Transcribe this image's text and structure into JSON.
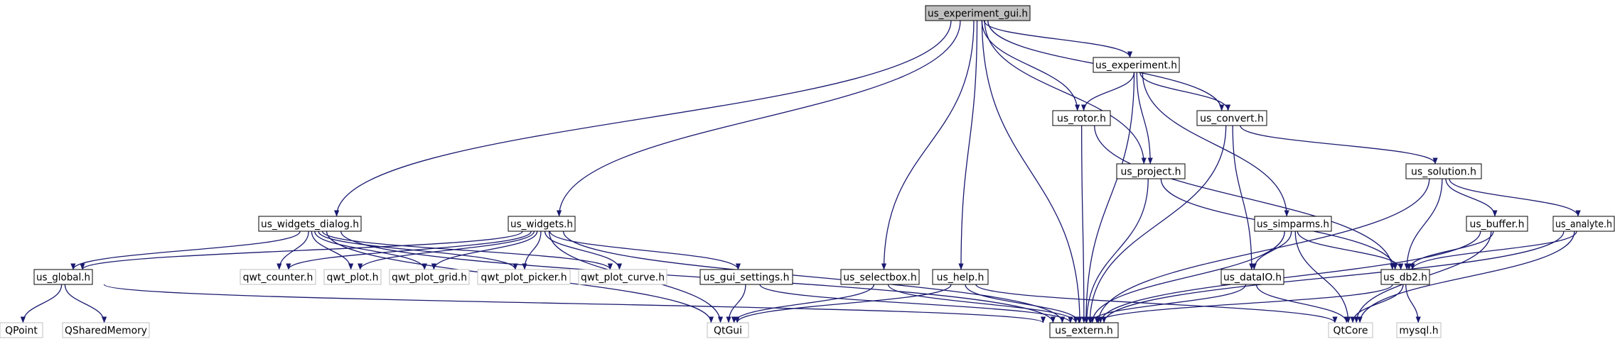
{
  "graph": {
    "title": "",
    "colors": {
      "edge": "#191970",
      "root_fill": "#bfbfbf",
      "internal_border": "#000000",
      "external_border": "#bfbfbf",
      "background": "#ffffff"
    },
    "nodes": [
      {
        "id": "us_experiment_gui",
        "label": "us_experiment_gui.h",
        "kind": "root"
      },
      {
        "id": "us_experiment",
        "label": "us_experiment.h",
        "kind": "internal"
      },
      {
        "id": "us_rotor",
        "label": "us_rotor.h",
        "kind": "internal"
      },
      {
        "id": "us_convert",
        "label": "us_convert.h",
        "kind": "internal"
      },
      {
        "id": "us_project",
        "label": "us_project.h",
        "kind": "internal"
      },
      {
        "id": "us_solution",
        "label": "us_solution.h",
        "kind": "internal"
      },
      {
        "id": "us_widgets_dialog",
        "label": "us_widgets_dialog.h",
        "kind": "internal"
      },
      {
        "id": "us_widgets",
        "label": "us_widgets.h",
        "kind": "internal"
      },
      {
        "id": "us_simparms",
        "label": "us_simparms.h",
        "kind": "internal"
      },
      {
        "id": "us_buffer",
        "label": "us_buffer.h",
        "kind": "internal"
      },
      {
        "id": "us_analyte",
        "label": "us_analyte.h",
        "kind": "internal"
      },
      {
        "id": "us_global",
        "label": "us_global.h",
        "kind": "internal"
      },
      {
        "id": "qwt_counter",
        "label": "qwt_counter.h",
        "kind": "external"
      },
      {
        "id": "qwt_plot",
        "label": "qwt_plot.h",
        "kind": "external"
      },
      {
        "id": "qwt_plot_grid",
        "label": "qwt_plot_grid.h",
        "kind": "external"
      },
      {
        "id": "qwt_plot_picker",
        "label": "qwt_plot_picker.h",
        "kind": "external"
      },
      {
        "id": "qwt_plot_curve",
        "label": "qwt_plot_curve.h",
        "kind": "external"
      },
      {
        "id": "us_gui_settings",
        "label": "us_gui_settings.h",
        "kind": "internal"
      },
      {
        "id": "us_selectbox",
        "label": "us_selectbox.h",
        "kind": "internal"
      },
      {
        "id": "us_help",
        "label": "us_help.h",
        "kind": "internal"
      },
      {
        "id": "us_dataIO",
        "label": "us_dataIO.h",
        "kind": "internal"
      },
      {
        "id": "us_db2",
        "label": "us_db2.h",
        "kind": "internal"
      },
      {
        "id": "QPoint",
        "label": "QPoint",
        "kind": "external"
      },
      {
        "id": "QSharedMemory",
        "label": "QSharedMemory",
        "kind": "external"
      },
      {
        "id": "QtGui",
        "label": "QtGui",
        "kind": "external"
      },
      {
        "id": "us_extern",
        "label": "us_extern.h",
        "kind": "internal"
      },
      {
        "id": "QtCore",
        "label": "QtCore",
        "kind": "external"
      },
      {
        "id": "mysql",
        "label": "mysql.h",
        "kind": "external"
      }
    ],
    "edges": [
      [
        "us_experiment_gui",
        "us_experiment"
      ],
      [
        "us_experiment_gui",
        "us_rotor"
      ],
      [
        "us_experiment_gui",
        "us_convert"
      ],
      [
        "us_experiment_gui",
        "us_project"
      ],
      [
        "us_experiment_gui",
        "us_widgets_dialog"
      ],
      [
        "us_experiment_gui",
        "us_widgets"
      ],
      [
        "us_experiment_gui",
        "us_selectbox"
      ],
      [
        "us_experiment_gui",
        "us_help"
      ],
      [
        "us_experiment_gui",
        "us_extern"
      ],
      [
        "us_experiment",
        "us_rotor"
      ],
      [
        "us_experiment",
        "us_convert"
      ],
      [
        "us_experiment",
        "us_project"
      ],
      [
        "us_experiment",
        "us_simparms"
      ],
      [
        "us_experiment",
        "us_extern"
      ],
      [
        "us_rotor",
        "us_db2"
      ],
      [
        "us_rotor",
        "us_extern"
      ],
      [
        "us_convert",
        "us_solution"
      ],
      [
        "us_convert",
        "us_dataIO"
      ],
      [
        "us_convert",
        "us_extern"
      ],
      [
        "us_project",
        "us_db2"
      ],
      [
        "us_project",
        "us_extern"
      ],
      [
        "us_solution",
        "us_buffer"
      ],
      [
        "us_solution",
        "us_analyte"
      ],
      [
        "us_solution",
        "us_db2"
      ],
      [
        "us_solution",
        "us_extern"
      ],
      [
        "us_buffer",
        "us_db2"
      ],
      [
        "us_buffer",
        "us_extern"
      ],
      [
        "us_buffer",
        "QtCore"
      ],
      [
        "us_analyte",
        "us_db2"
      ],
      [
        "us_analyte",
        "us_extern"
      ],
      [
        "us_analyte",
        "QtCore"
      ],
      [
        "us_simparms",
        "us_dataIO"
      ],
      [
        "us_simparms",
        "us_db2"
      ],
      [
        "us_simparms",
        "us_extern"
      ],
      [
        "us_simparms",
        "QtCore"
      ],
      [
        "us_dataIO",
        "us_extern"
      ],
      [
        "us_dataIO",
        "QtCore"
      ],
      [
        "us_db2",
        "us_extern"
      ],
      [
        "us_db2",
        "QtCore"
      ],
      [
        "us_db2",
        "mysql"
      ],
      [
        "us_widgets_dialog",
        "us_global"
      ],
      [
        "us_widgets_dialog",
        "qwt_counter"
      ],
      [
        "us_widgets_dialog",
        "qwt_plot"
      ],
      [
        "us_widgets_dialog",
        "qwt_plot_grid"
      ],
      [
        "us_widgets_dialog",
        "qwt_plot_picker"
      ],
      [
        "us_widgets_dialog",
        "qwt_plot_curve"
      ],
      [
        "us_widgets_dialog",
        "QtGui"
      ],
      [
        "us_widgets_dialog",
        "us_extern"
      ],
      [
        "us_widgets",
        "us_global"
      ],
      [
        "us_widgets",
        "qwt_counter"
      ],
      [
        "us_widgets",
        "qwt_plot"
      ],
      [
        "us_widgets",
        "qwt_plot_grid"
      ],
      [
        "us_widgets",
        "qwt_plot_picker"
      ],
      [
        "us_widgets",
        "qwt_plot_curve"
      ],
      [
        "us_widgets",
        "us_gui_settings"
      ],
      [
        "us_widgets",
        "QtGui"
      ],
      [
        "us_widgets",
        "us_extern"
      ],
      [
        "us_global",
        "QPoint"
      ],
      [
        "us_global",
        "QSharedMemory"
      ],
      [
        "us_global",
        "us_extern"
      ],
      [
        "us_gui_settings",
        "QtGui"
      ],
      [
        "us_gui_settings",
        "us_extern"
      ],
      [
        "us_selectbox",
        "QtGui"
      ],
      [
        "us_selectbox",
        "us_extern"
      ],
      [
        "us_help",
        "QtGui"
      ],
      [
        "us_help",
        "us_extern"
      ],
      [
        "us_help",
        "QtCore"
      ]
    ]
  }
}
